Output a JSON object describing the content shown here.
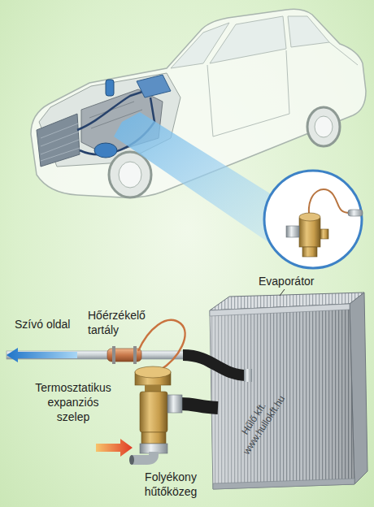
{
  "diagram": {
    "labels": [
      "Evaporátor",
      "Hőérzékelő tartály",
      "Szívó oldal",
      "Termosztatikus expanziós szelep",
      "Folyékony hűtőközeg",
      "Hűlő kft.",
      "www.hullokft.hu"
    ]
  }
}
